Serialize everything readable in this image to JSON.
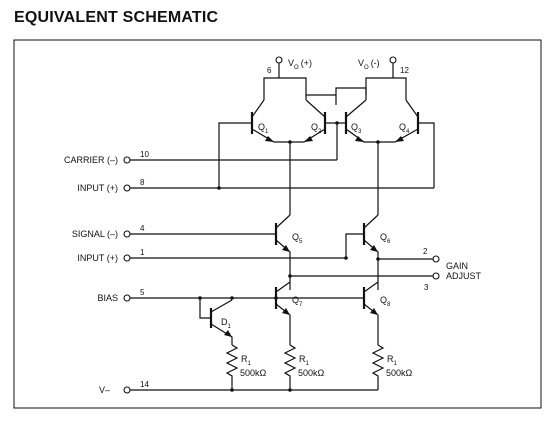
{
  "title": "EQUIVALENT SCHEMATIC",
  "supply": {
    "vo_pos": "V",
    "vo_pos_sub": "O",
    "vo_pos_suffix": "(+)",
    "vo_pos_pin": "6",
    "vo_neg": "V",
    "vo_neg_sub": "O",
    "vo_neg_suffix": "(-)",
    "vo_neg_pin": "12"
  },
  "inputs": [
    {
      "label": "CARRIER (–)",
      "pin": "10"
    },
    {
      "label": "INPUT (+)",
      "pin": "8"
    },
    {
      "label": "SIGNAL (–)",
      "pin": "4"
    },
    {
      "label": "INPUT (+)",
      "pin": "1"
    },
    {
      "label": "BIAS",
      "pin": "5"
    },
    {
      "label": "V–",
      "pin": "14"
    }
  ],
  "gain_adjust": {
    "line1": "GAIN",
    "line2": "ADJUST",
    "pin_top": "2",
    "pin_bottom": "3"
  },
  "transistors": [
    {
      "name": "Q",
      "sub": "1"
    },
    {
      "name": "Q",
      "sub": "2"
    },
    {
      "name": "Q",
      "sub": "3"
    },
    {
      "name": "Q",
      "sub": "4"
    },
    {
      "name": "Q",
      "sub": "5"
    },
    {
      "name": "Q",
      "sub": "6"
    },
    {
      "name": "Q",
      "sub": "7"
    },
    {
      "name": "Q",
      "sub": "8"
    }
  ],
  "diode": {
    "name": "D",
    "sub": "1"
  },
  "resistors": [
    {
      "name": "R",
      "sub": "1",
      "value": "500kΩ"
    },
    {
      "name": "R",
      "sub": "1",
      "value": "500kΩ"
    },
    {
      "name": "R",
      "sub": "1",
      "value": "500kΩ"
    }
  ]
}
